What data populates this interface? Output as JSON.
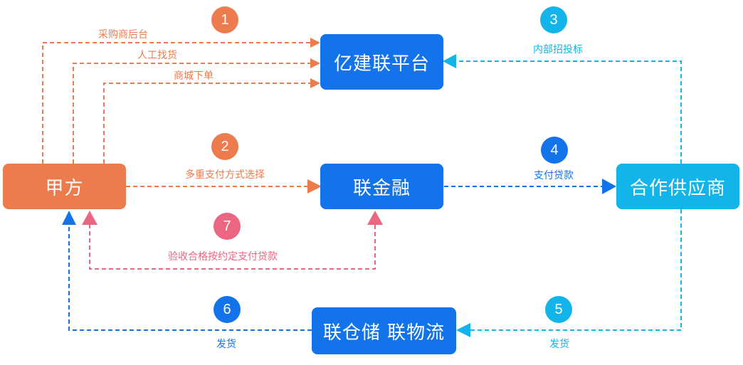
{
  "colors": {
    "orange": "#ec7c4d",
    "blue": "#1273eb",
    "cyan": "#12b4ea",
    "pink": "#ea6681"
  },
  "nodes": {
    "jiafang": "甲方",
    "platform": "亿建联平台",
    "finance": "联金融",
    "supplier": "合作供应商",
    "logistics": "联仓储 联物流"
  },
  "badges": {
    "b1": "1",
    "b2": "2",
    "b3": "3",
    "b4": "4",
    "b5": "5",
    "b6": "6",
    "b7": "7"
  },
  "labels": {
    "procurement_backend": "采购商后台",
    "manual_sourcing": "人工找货",
    "mall_order": "商城下单",
    "payment_methods": "多重支付方式选择",
    "internal_bidding": "内部招投标",
    "pay_loan": "支付贷款",
    "acceptance_pay": "验收合格按约定支付贷款",
    "ship_from_supplier": "发货",
    "ship_to_client": "发货"
  }
}
